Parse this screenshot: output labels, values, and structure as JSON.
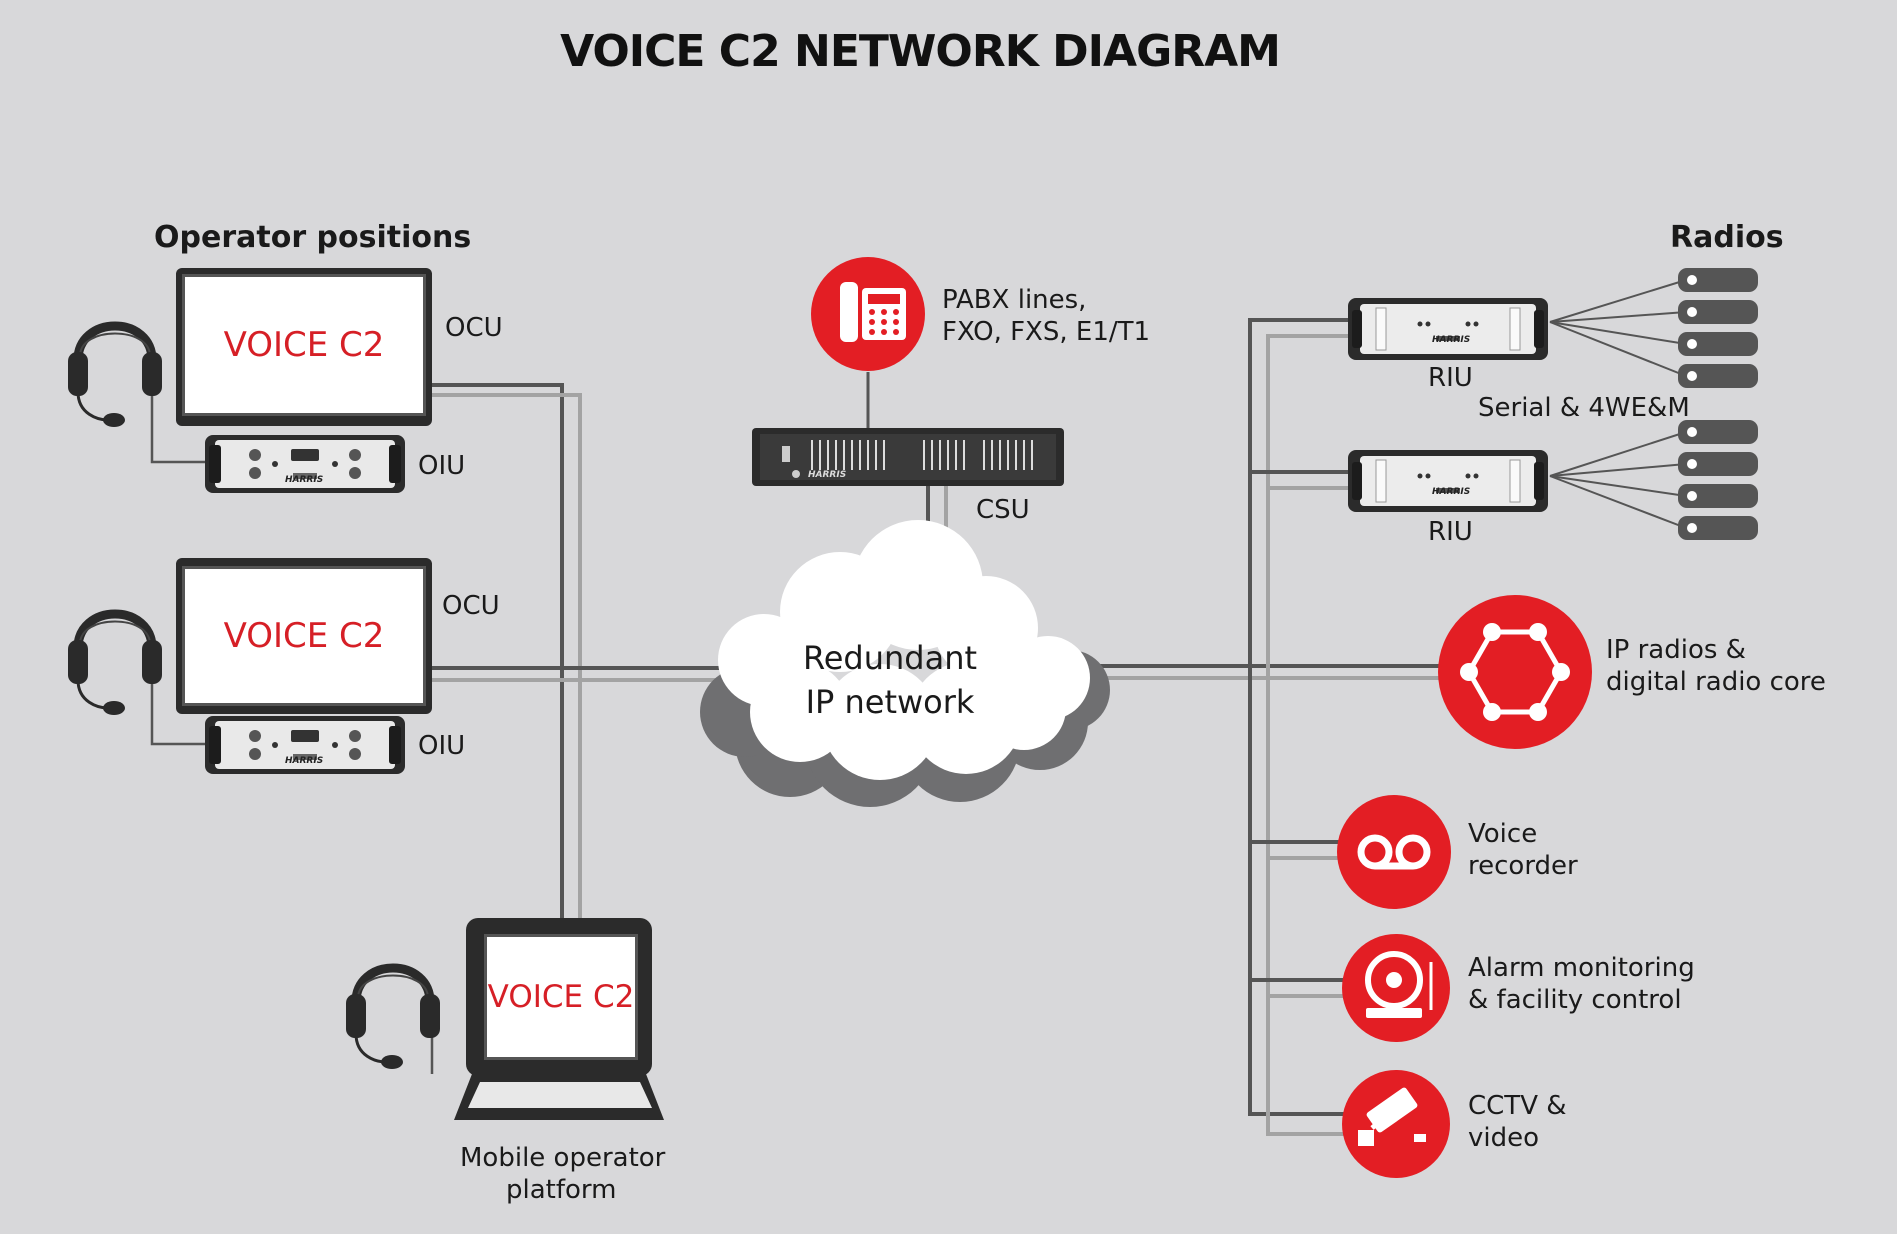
{
  "title": "VOICE C2 NETWORK DIAGRAM",
  "left": {
    "header": "Operator positions",
    "ocu_label": "OCU",
    "oiu_label": "OIU",
    "screen_text": "VOICE C2",
    "mobile_label_1": "Mobile operator",
    "mobile_label_2": "platform"
  },
  "center": {
    "pabx_1": "PABX lines,",
    "pabx_2": "FXO, FXS, E1/T1",
    "csu": "CSU",
    "cloud_1": "Redundant",
    "cloud_2": "IP network",
    "brand": "HARRIS"
  },
  "right": {
    "header": "Radios",
    "riu": "RIU",
    "serial": "Serial & 4WE&M",
    "ip_radios_1": "IP radios &",
    "ip_radios_2": "digital radio core",
    "recorder_1": "Voice",
    "recorder_2": "recorder",
    "alarm_1": "Alarm monitoring",
    "alarm_2": "& facility control",
    "cctv_1": "CCTV &",
    "cctv_2": "video"
  },
  "colors": {
    "accent": "#e31e24",
    "line_dark": "#555555",
    "line_light": "#a3a3a3",
    "background": "#d8d8da"
  }
}
